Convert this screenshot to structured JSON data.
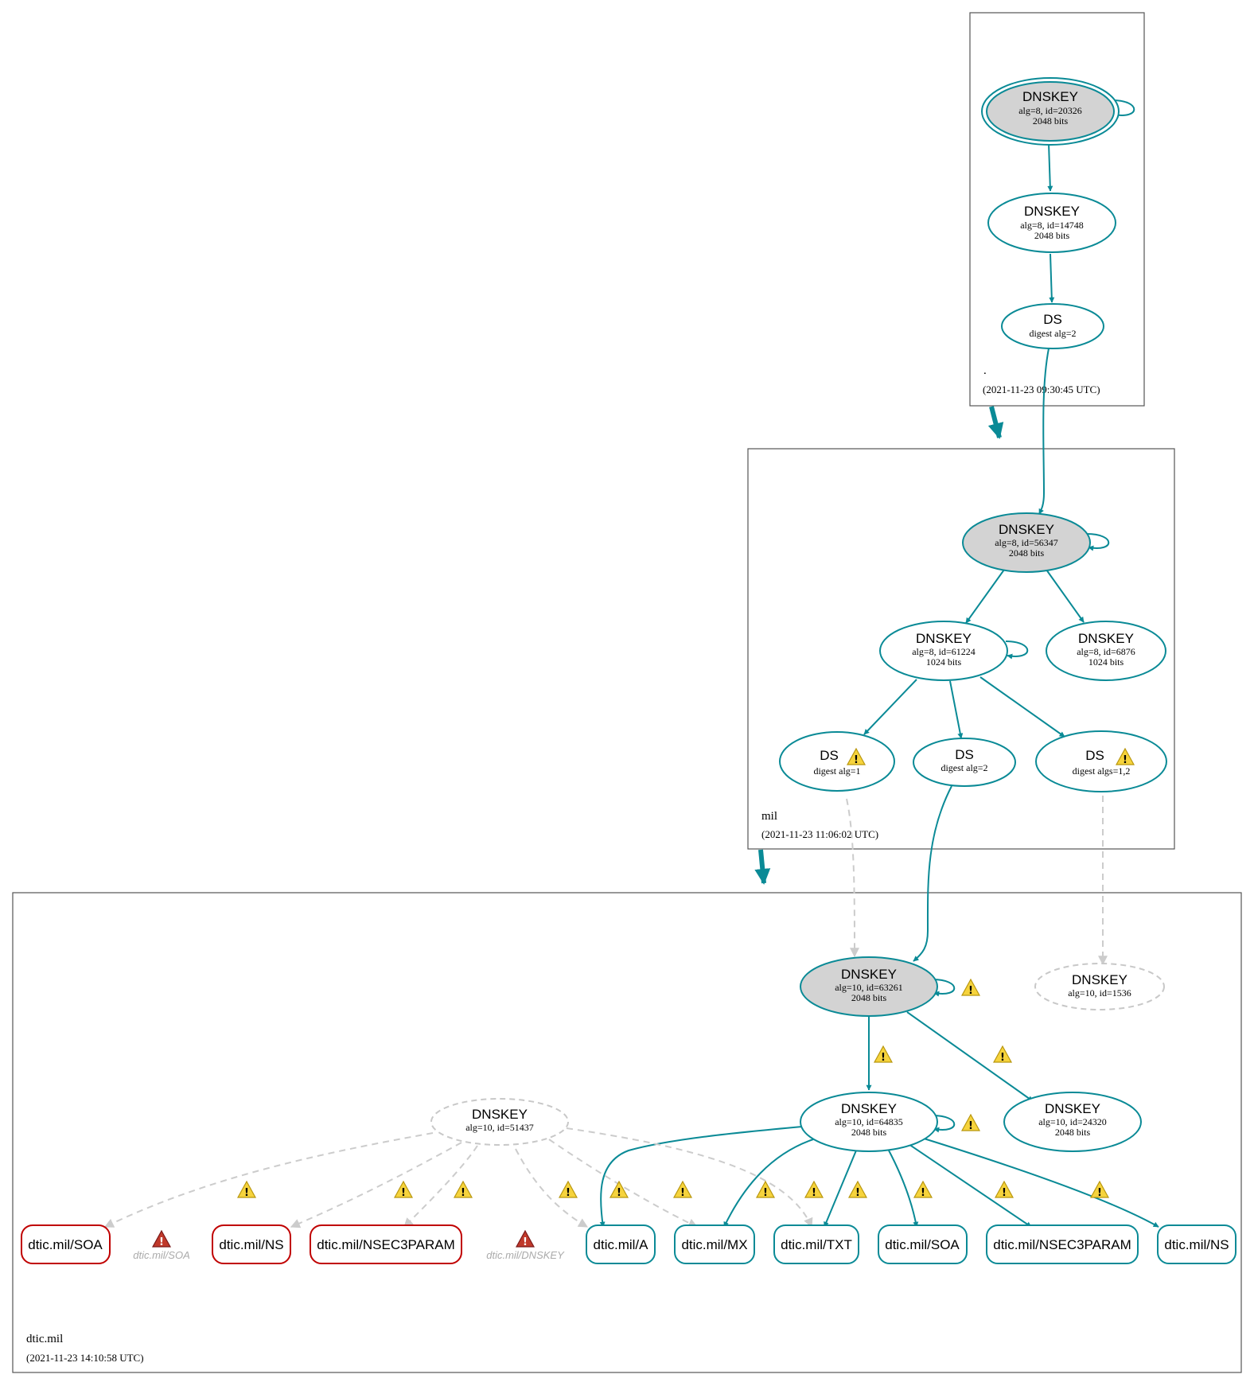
{
  "colors": {
    "accent": "#0a8a96",
    "filled": "#d3d3d3",
    "missing": "#c8c8c8",
    "error": "#c00000",
    "warning": "#f6d33c"
  },
  "zones": {
    "root": {
      "name": ".",
      "time": "(2021-11-23 09:30:45 UTC)"
    },
    "mil": {
      "name": "mil",
      "time": "(2021-11-23 11:06:02 UTC)"
    },
    "dtic": {
      "name": "dtic.mil",
      "time": "(2021-11-23 14:10:58 UTC)"
    }
  },
  "nodes": {
    "root_ksk": {
      "title": "DNSKEY",
      "line1": "alg=8, id=20326",
      "line2": "2048 bits"
    },
    "root_zsk": {
      "title": "DNSKEY",
      "line1": "alg=8, id=14748",
      "line2": "2048 bits"
    },
    "root_ds": {
      "title": "DS",
      "line1": "digest alg=2"
    },
    "mil_ksk": {
      "title": "DNSKEY",
      "line1": "alg=8, id=56347",
      "line2": "2048 bits"
    },
    "mil_zsk1": {
      "title": "DNSKEY",
      "line1": "alg=8, id=61224",
      "line2": "1024 bits"
    },
    "mil_zsk2": {
      "title": "DNSKEY",
      "line1": "alg=8, id=6876",
      "line2": "1024 bits"
    },
    "mil_ds1": {
      "title": "DS",
      "line1": "digest alg=1"
    },
    "mil_ds2": {
      "title": "DS",
      "line1": "digest alg=2"
    },
    "mil_ds3": {
      "title": "DS",
      "line1": "digest algs=1,2"
    },
    "dtic_ksk": {
      "title": "DNSKEY",
      "line1": "alg=10, id=63261",
      "line2": "2048 bits"
    },
    "dtic_missing1536": {
      "title": "DNSKEY",
      "line1": "alg=10, id=1536"
    },
    "dtic_missing51437": {
      "title": "DNSKEY",
      "line1": "alg=10, id=51437"
    },
    "dtic_zsk": {
      "title": "DNSKEY",
      "line1": "alg=10, id=64835",
      "line2": "2048 bits"
    },
    "dtic_zsk2": {
      "title": "DNSKEY",
      "line1": "alg=10, id=24320",
      "line2": "2048 bits"
    }
  },
  "rrsets": {
    "err": [
      "dtic.mil/SOA",
      "dtic.mil/NS",
      "dtic.mil/NSEC3PARAM"
    ],
    "ok": [
      "dtic.mil/A",
      "dtic.mil/MX",
      "dtic.mil/TXT",
      "dtic.mil/SOA",
      "dtic.mil/NSEC3PARAM",
      "dtic.mil/NS"
    ],
    "gone": [
      "dtic.mil/SOA",
      "dtic.mil/DNSKEY"
    ]
  },
  "icons": {
    "warning": "warning-triangle-icon",
    "error": "error-triangle-icon",
    "warning_glyph": "!",
    "error_glyph": "!"
  }
}
